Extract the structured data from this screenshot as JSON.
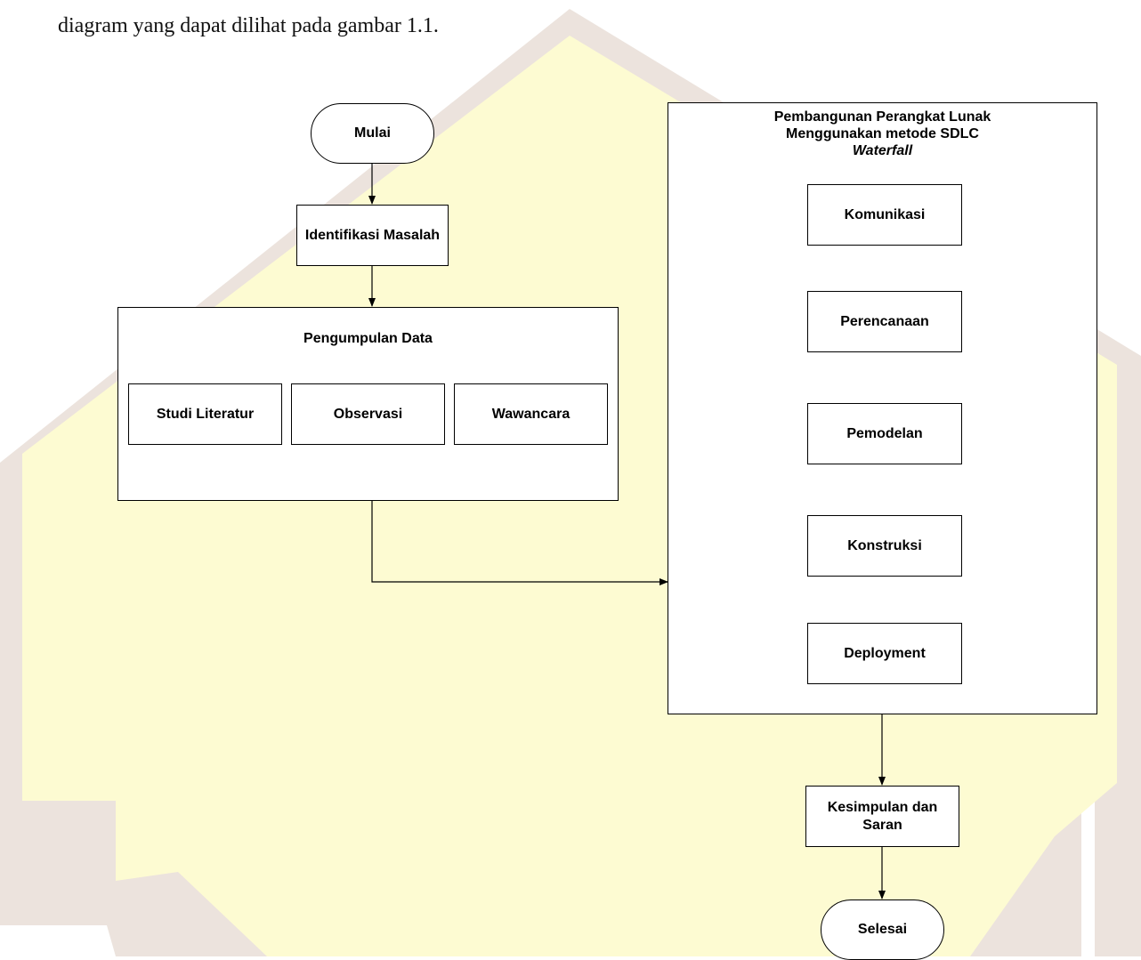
{
  "intro_text": "diagram yang dapat dilihat pada gambar 1.1.",
  "colors": {
    "watermark_yellow": "#fdfbd2",
    "watermark_rim": "#ece3dd",
    "stroke": "#000000"
  },
  "flow": {
    "start": "Mulai",
    "identify": "Identifikasi Masalah",
    "data_collection": {
      "title": "Pengumpulan Data",
      "items": [
        "Studi Literatur",
        "Observasi",
        "Wawancara"
      ]
    },
    "development": {
      "title_line1": "Pembangunan Perangkat Lunak",
      "title_line2": "Menggunakan metode SDLC",
      "title_line3": "Waterfall",
      "steps": [
        "Komunikasi",
        "Perencanaan",
        "Pemodelan",
        "Konstruksi",
        "Deployment"
      ]
    },
    "conclusion": "Kesimpulan dan Saran",
    "end": "Selesai"
  }
}
